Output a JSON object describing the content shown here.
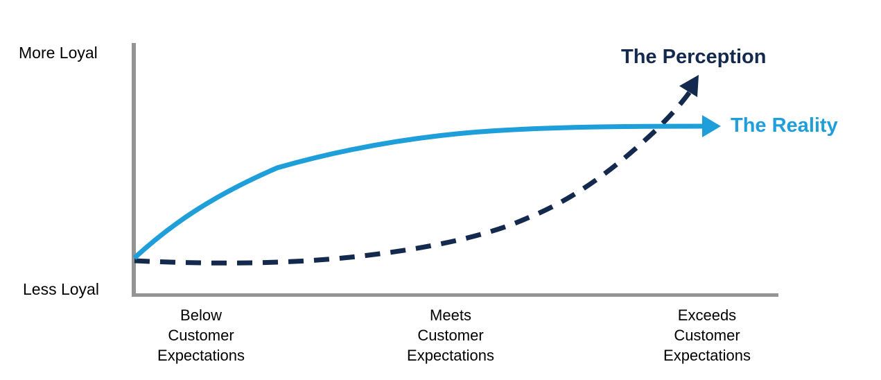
{
  "colors": {
    "reality_blue": "#1F9FDA",
    "perception_navy": "#14294E",
    "axis_gray": "#949494",
    "label_black": "#000000"
  },
  "axis": {
    "y_top_label": "More Loyal",
    "y_bottom_label": "Less Loyal"
  },
  "x_labels": {
    "below": "Below\nCustomer\nExpectations",
    "meets": "Meets\nCustomer\nExpectations",
    "exceeds": "Exceeds\nCustomer\nExpectations"
  },
  "series_labels": {
    "perception": "The Perception",
    "reality": "The Reality"
  },
  "chart_data": {
    "type": "line",
    "title": "",
    "x_categories": [
      "Below Customer Expectations",
      "Meets Customer Expectations",
      "Exceeds Customer Expectations"
    ],
    "y_axis": {
      "top_label": "More Loyal",
      "bottom_label": "Less Loyal",
      "scale": "qualitative, 0 = Less Loyal to 100 = More Loyal"
    },
    "grid": false,
    "legend_position": "labels at line ends",
    "series": [
      {
        "name": "The Reality",
        "color": "#1F9FDA",
        "line_style": "solid",
        "arrow_direction": "right",
        "description": "Rises quickly above Below Customer Expectations, then plateaus: loyalty gains level off as expectations are exceeded",
        "points_pct_x_y": [
          [
            0,
            15
          ],
          [
            10,
            35
          ],
          [
            22,
            49
          ],
          [
            36,
            58
          ],
          [
            51,
            63
          ],
          [
            66,
            66
          ],
          [
            83,
            67
          ],
          [
            100,
            67
          ]
        ]
      },
      {
        "name": "The Perception",
        "color": "#14294E",
        "line_style": "dashed",
        "arrow_direction": "up-right",
        "description": "Stays flat near Less Loyal through Below and Meets, then climbs steeply toward More Loyal at Exceeds Customer Expectations",
        "points_pct_x_y": [
          [
            0,
            13
          ],
          [
            24,
            13
          ],
          [
            42,
            17
          ],
          [
            54,
            20
          ],
          [
            66,
            26
          ],
          [
            76,
            37
          ],
          [
            85,
            57
          ],
          [
            96,
            87
          ]
        ]
      }
    ]
  }
}
